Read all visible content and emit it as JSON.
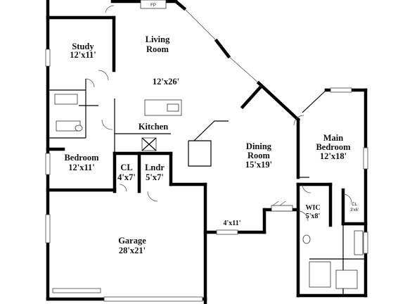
{
  "rooms": {
    "study": {
      "name": "Study",
      "size": "12'x11'"
    },
    "living": {
      "name_line1": "Living",
      "name_line2": "Room",
      "size": "12'x26'"
    },
    "kitchen": {
      "name": "Kitchen"
    },
    "dining": {
      "name_line1": "Dining",
      "name_line2": "Room",
      "size": "15'x19'"
    },
    "main_bedroom": {
      "name_line1": "Main",
      "name_line2": "Bedroom",
      "size": "12'x18'"
    },
    "bedroom": {
      "name": "Bedroom",
      "size": "12'x11'"
    },
    "closet": {
      "name": "CL",
      "size": "4'x7'"
    },
    "laundry": {
      "name": "Lndr",
      "size": "5'x7'"
    },
    "walk_in_closet": {
      "name": "WIC",
      "size": "5'x8'"
    },
    "main_closet": {
      "name": "CL",
      "size": "3'x6'"
    },
    "garage": {
      "name": "Garage",
      "size": "28'x21'"
    },
    "hall": {
      "size": "4'x11'"
    },
    "fireplace": {
      "label": "FP"
    }
  }
}
